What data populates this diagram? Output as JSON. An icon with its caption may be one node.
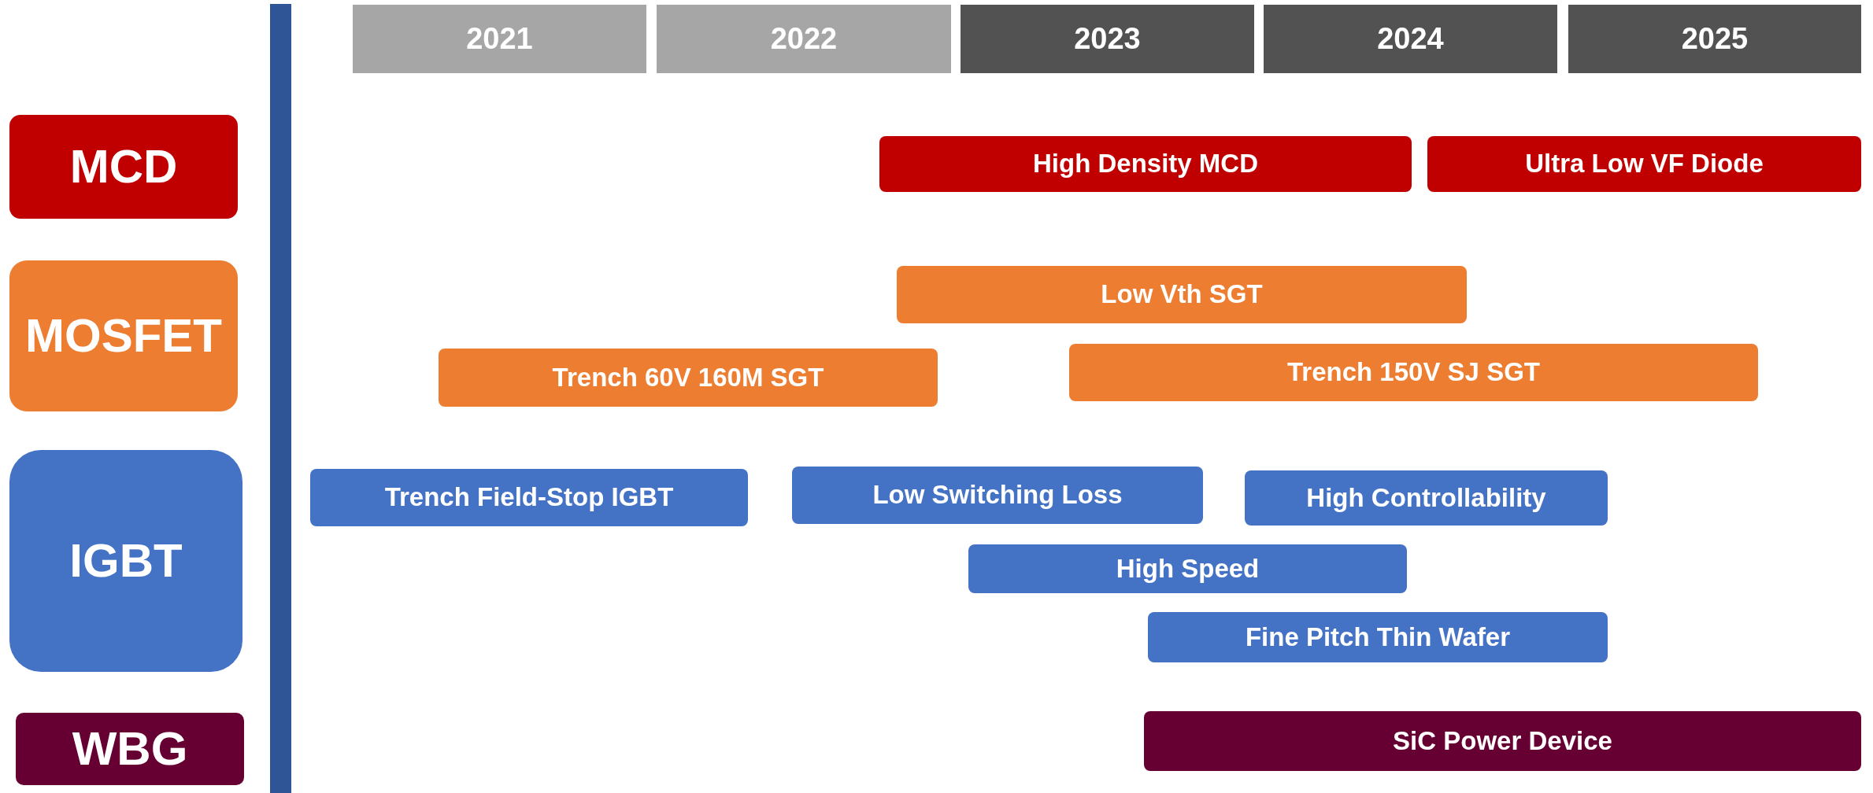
{
  "diagram": {
    "nodes": [
      {
        "text": [
          "2021"
        ]
      },
      {
        "text": [
          "2022"
        ]
      },
      {
        "text": [
          "2023"
        ]
      },
      {
        "text": [
          "2024"
        ]
      },
      {
        "text": [
          "2025"
        ]
      },
      {
        "text": [
          "MCD"
        ]
      },
      {
        "text": [
          "High Density MCD"
        ]
      },
      {
        "text": [
          "Ultra Low VF Diode"
        ]
      },
      {
        "text": [
          "MOSFET"
        ]
      },
      {
        "text": [
          "Low Vth SGT"
        ]
      },
      {
        "text": [
          "Trench 60V 160M SGT"
        ]
      },
      {
        "text": [
          "Trench 150V SJ SGT"
        ]
      },
      {
        "text": [
          "IGBT"
        ]
      },
      {
        "text": [
          "Trench Field-Stop IGBT"
        ]
      },
      {
        "text": [
          "Low Switching Loss"
        ]
      },
      {
        "text": [
          "High Controllability"
        ]
      },
      {
        "text": [
          "High Speed"
        ]
      },
      {
        "text": [
          "Fine Pitch Thin Wafer"
        ]
      },
      {
        "text": [
          "WBG"
        ]
      },
      {
        "text": [
          "SiC Power Device"
        ]
      },
      {
        "text": [],
        "shape": "bar"
      }
    ]
  }
}
